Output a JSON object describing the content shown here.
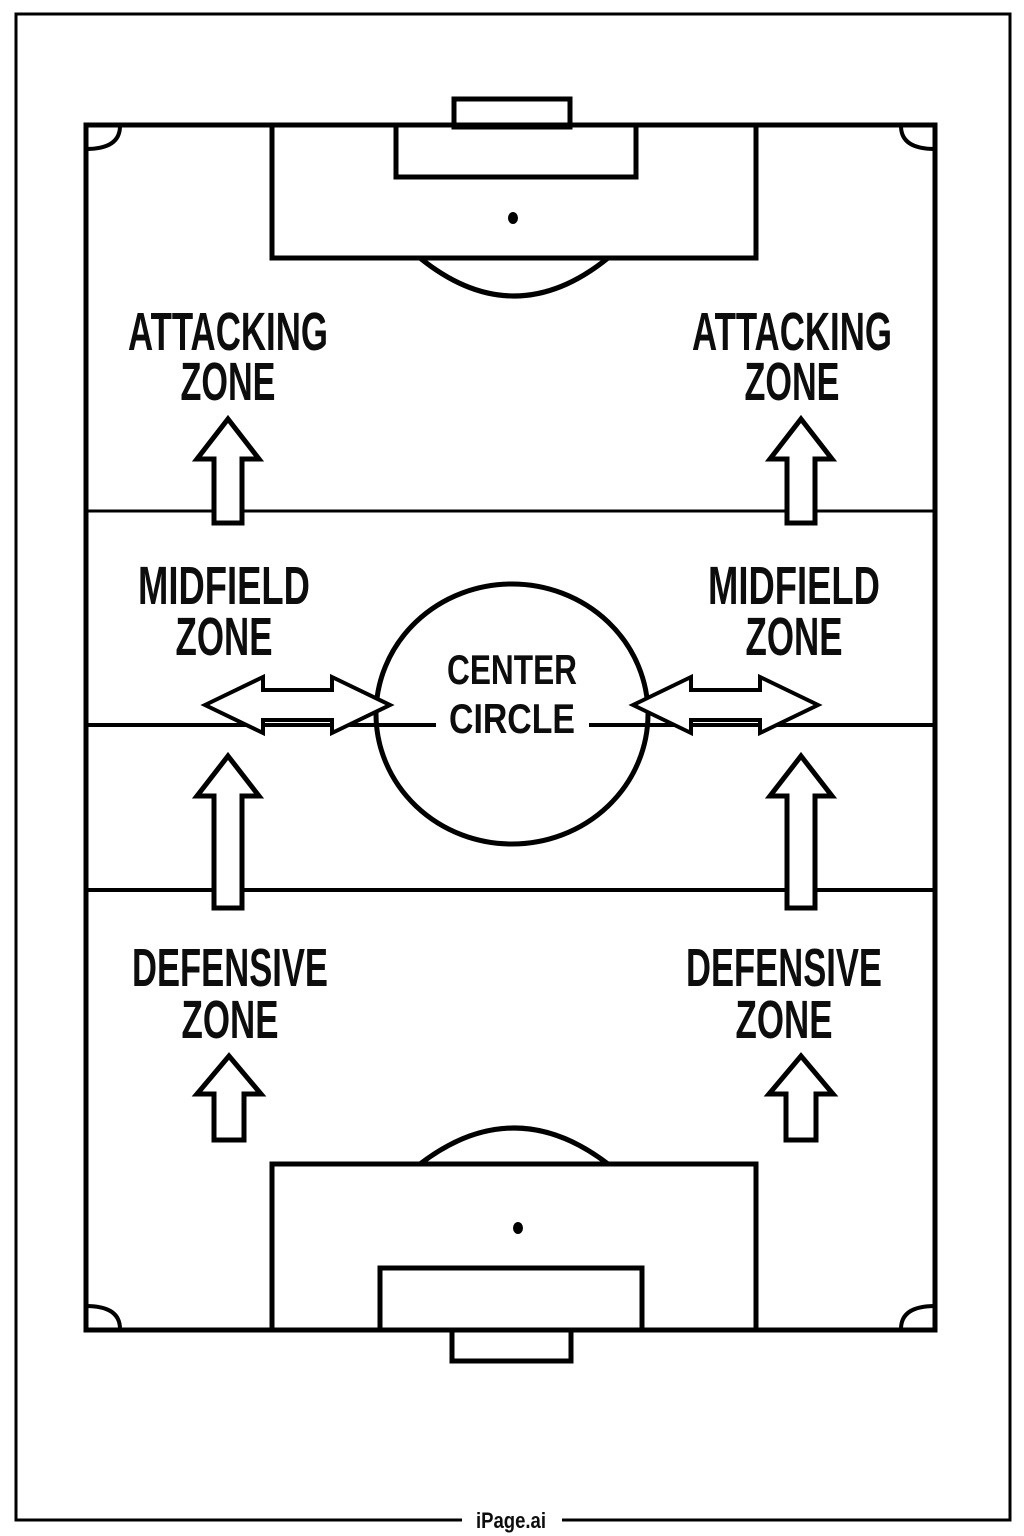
{
  "colors": {
    "background": "#ffffff",
    "line": "#000000",
    "text": "#0d0d0d"
  },
  "zones": {
    "attacking_left": {
      "line1": "ATTACKING",
      "line2": "ZONE"
    },
    "attacking_right": {
      "line1": "ATTACKING",
      "line2": "ZONE"
    },
    "midfield_left": {
      "line1": "MIDFIELD",
      "line2": "ZONE"
    },
    "midfield_right": {
      "line1": "MIDFIELD",
      "line2": "ZONE"
    },
    "defensive_left": {
      "line1": "DEFENSIVE",
      "line2": "ZONE"
    },
    "defensive_right": {
      "line1": "DEFENSIVE",
      "line2": "ZONE"
    }
  },
  "center_circle": {
    "line1": "CENTER",
    "line2": "CIRCLE"
  },
  "footer": {
    "brand": "iPage.ai"
  }
}
